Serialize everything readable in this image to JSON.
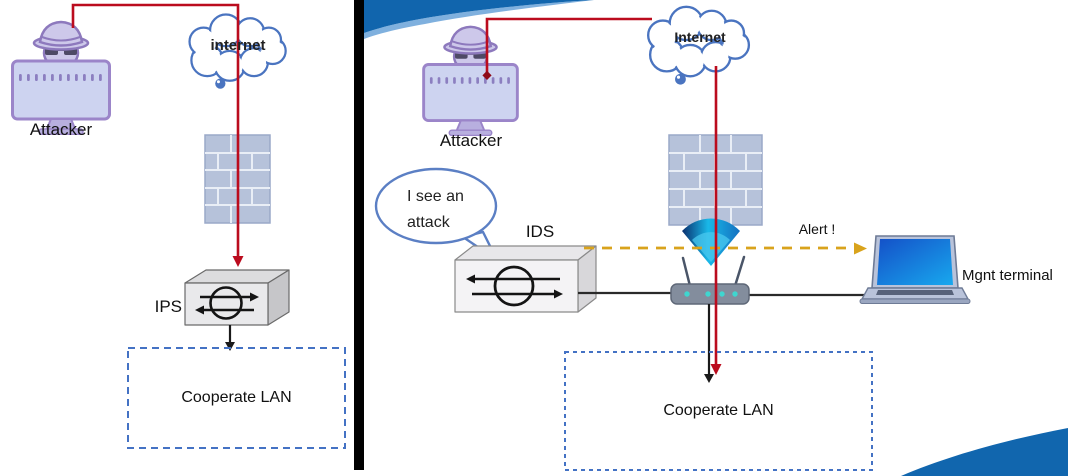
{
  "diagram": {
    "left_panel": {
      "attacker_label": "Attacker",
      "cloud_label": "internet",
      "device_label": "IPS",
      "lan_label": "Cooperate LAN"
    },
    "right_panel": {
      "attacker_label": "Attacker",
      "cloud_label": "Internet",
      "device_label": "IDS",
      "bubble_line1": "I see an",
      "bubble_line2": "attack",
      "alert_label": "Alert !",
      "terminal_label": "Mgnt terminal",
      "lan_label": "Cooperate LAN"
    },
    "colors": {
      "attack_line": "#bb0c1e",
      "alert_dashed": "#d9a31c",
      "lan_border": "#4472c4",
      "cloud_outline": "#4a74c0",
      "swoosh_blue": "#1165ad",
      "firewall_brick": "#b6c2da"
    }
  }
}
